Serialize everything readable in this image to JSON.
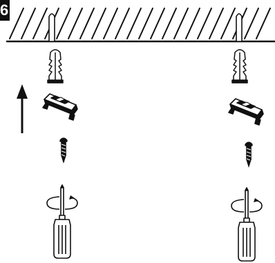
{
  "step_badge": {
    "label": "6"
  },
  "colors": {
    "ink": "#111111",
    "paper": "#ffffff"
  },
  "illustration": {
    "columns": [
      "left",
      "right"
    ],
    "parts": [
      "wall-section-icon",
      "wall-anchor-icon",
      "mounting-bracket-icon",
      "screw-icon",
      "screwdriver-icon",
      "rotation-arrow-icon",
      "upward-arrow-icon"
    ]
  }
}
